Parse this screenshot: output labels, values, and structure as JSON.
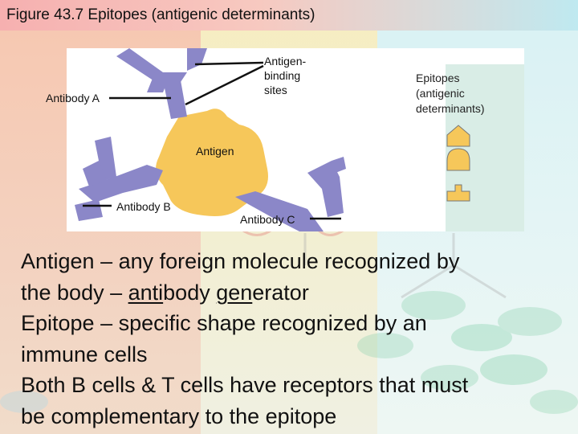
{
  "title": "Figure 43.7 Epitopes (antigenic determinants)",
  "figure": {
    "label_antigen_binding": [
      "Antigen-",
      "binding",
      "sites"
    ],
    "label_antibody_a": "Antibody A",
    "label_antigen": "Antigen",
    "label_antibody_b": "Antibody B",
    "label_antibody_c": "Antibody C",
    "epitopes_label": [
      "Epitopes",
      "(antigenic",
      "determinants)"
    ]
  },
  "colors": {
    "antibody": "#8b87c8",
    "antigen": "#f6c75a",
    "epitope_panel": "#d9ede6",
    "figure_bg": "#ffffff"
  },
  "body": {
    "line1": "Antigen – any foreign molecule recognized by",
    "line2_pre": "the body – ",
    "line2_u1": "anti",
    "line2_mid1": "body ",
    "line2_u2": "gen",
    "line2_post": "erator",
    "line3": "Epitope – specific shape recognized by an",
    "line4": "immune cells",
    "line5": "Both B cells & T cells have receptors that must",
    "line6": "be complementary to the epitope"
  }
}
